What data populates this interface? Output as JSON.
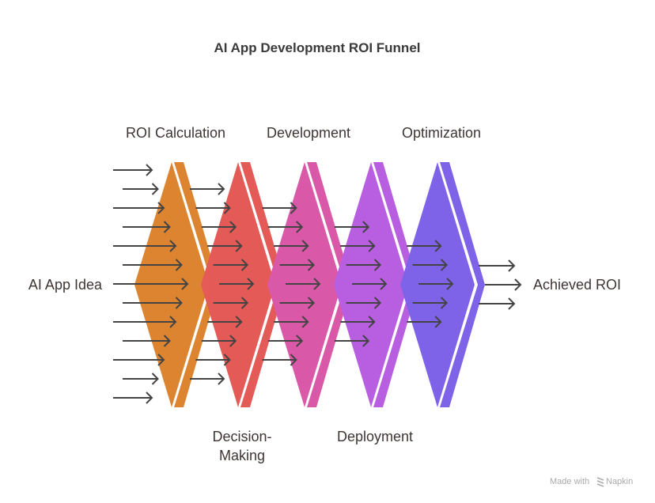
{
  "title": "AI App Development ROI Funnel",
  "input_label": "AI App Idea",
  "output_label": "Achieved ROI",
  "stages": [
    {
      "label": "ROI Calculation",
      "position": "top",
      "color": "#DC8430"
    },
    {
      "label": "Decision-",
      "label2": "Making",
      "position": "bottom",
      "color": "#E35A56"
    },
    {
      "label": "Development",
      "position": "top",
      "color": "#DA58A8"
    },
    {
      "label": "Deployment",
      "position": "bottom",
      "color": "#B85FE1"
    },
    {
      "label": "Optimization",
      "position": "top",
      "color": "#7E63E9"
    }
  ],
  "arrow_color": "#444444",
  "watermark": {
    "prefix": "Made with",
    "brand": "Napkin"
  }
}
